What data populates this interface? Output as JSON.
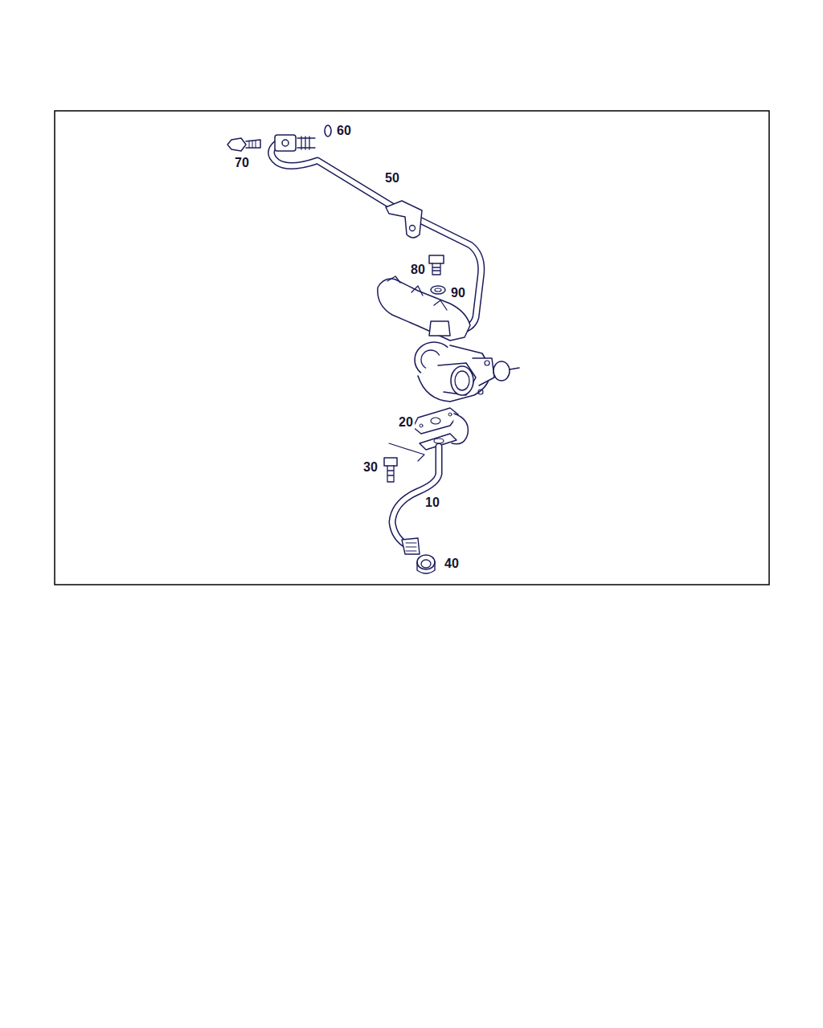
{
  "diagram": {
    "labels": [
      "70",
      "60",
      "50",
      "80",
      "90",
      "20",
      "30",
      "10",
      "40"
    ]
  }
}
